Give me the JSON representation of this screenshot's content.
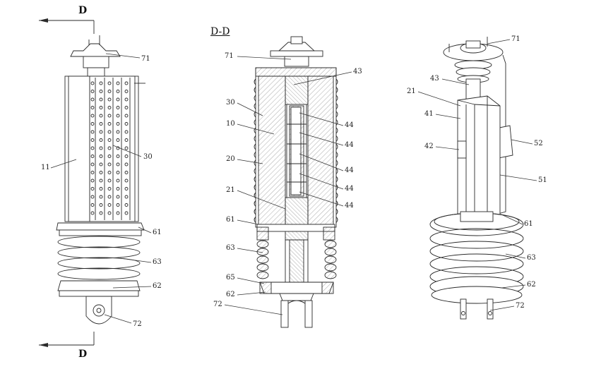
{
  "section": {
    "top_marker": "D",
    "bottom_marker": "D",
    "title": "D-D"
  },
  "left_view": {
    "labels": {
      "l71": "71",
      "l11": "11",
      "l30": "30",
      "l61": "61",
      "l63": "63",
      "l62": "62",
      "l72": "72"
    }
  },
  "middle_view": {
    "labels": {
      "l71": "71",
      "l43": "43",
      "l30": "30",
      "l10": "10",
      "l20": "20",
      "l21": "21",
      "l44a": "44",
      "l44b": "44",
      "l44c": "44",
      "l44d": "44",
      "l44e": "44",
      "l61": "61",
      "l63": "63",
      "l65": "65",
      "l62": "62",
      "l72": "72"
    }
  },
  "right_view": {
    "labels": {
      "l71": "71",
      "l43": "43",
      "l21": "21",
      "l41": "41",
      "l52": "52",
      "l42": "42",
      "l51": "51",
      "l61": "61",
      "l63": "63",
      "l62": "62",
      "l72": "72"
    }
  }
}
